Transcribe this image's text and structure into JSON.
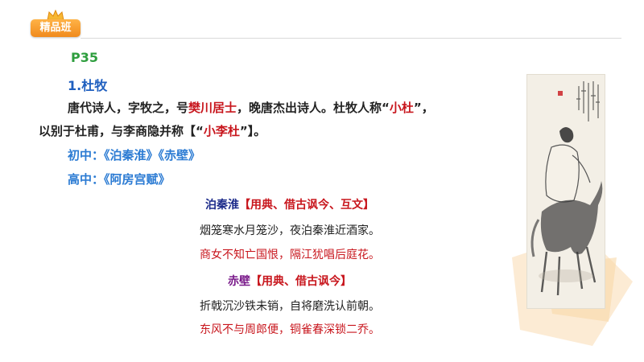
{
  "badge": {
    "label": "精品班"
  },
  "page": {
    "number": "P35"
  },
  "section": {
    "heading": "1.杜牧"
  },
  "intro": {
    "line1_a": "唐代诗人，字牧之，号",
    "line1_hl": "樊川居士",
    "line1_b": "，晚唐杰出诗人。杜牧人称“",
    "line1_hl2": "小杜",
    "line1_c": "”，",
    "line2_a": "以别于杜甫，与李商隐并称【“",
    "line2_hl": "小李杜",
    "line2_b": "”】。"
  },
  "works": {
    "middle_label": "初中：",
    "middle_titles": "《泊秦淮》《赤壁》",
    "high_label": "高中：",
    "high_titles": "《阿房宫赋》"
  },
  "poem1": {
    "title": "泊秦淮",
    "tags": "【用典、借古讽今、互文】",
    "line1": "烟笼寒水月笼沙，夜泊秦淮近酒家。",
    "line2": "商女不知亡国恨，隔江犹唱后庭花。"
  },
  "poem2": {
    "title": "赤壁",
    "tags": "【用典、借古讽今】",
    "line1": "折戟沉沙铁未销，自将磨洗认前朝。",
    "line2": "东风不与周郎便，铜雀春深锁二乔。"
  },
  "colors": {
    "accent_orange": "#f08a1c",
    "green": "#2e9e3e",
    "blue": "#1f5fbf",
    "red": "#c8161d",
    "navy": "#1b2a8a"
  }
}
